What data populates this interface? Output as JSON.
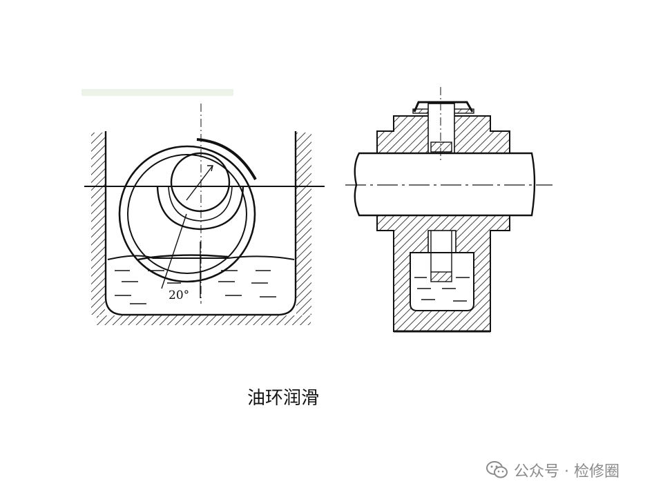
{
  "caption": "油环润滑",
  "angle_label": "20°",
  "watermark": {
    "icon": "wechat-icon",
    "text": "公众号 · 检修圈"
  },
  "colors": {
    "line": "#111111",
    "watermark": "#8a8a8a",
    "top_strip": "#eef3ea"
  }
}
